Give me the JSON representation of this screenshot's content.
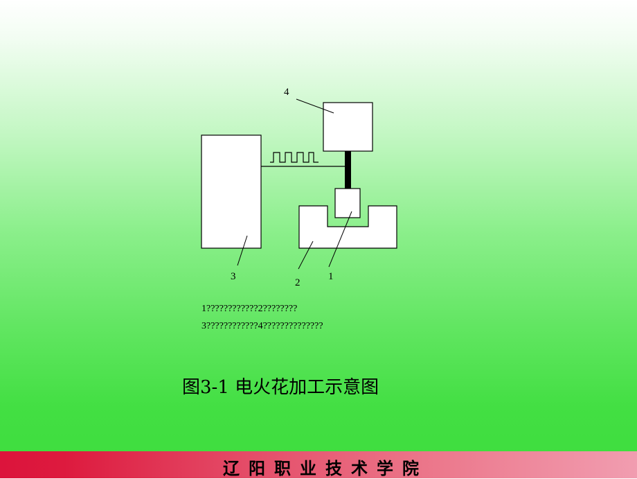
{
  "diagram": {
    "labels": {
      "l1": "1",
      "l2": "2",
      "l3": "3",
      "l4": "4"
    },
    "legend": {
      "line1": "1????????????2????????",
      "line2": "3????????????4??????????????"
    },
    "caption": "图3-1  电火花加工示意图"
  },
  "footer": {
    "institution": "辽阳职业技术学院",
    "color": "#dc143c"
  }
}
